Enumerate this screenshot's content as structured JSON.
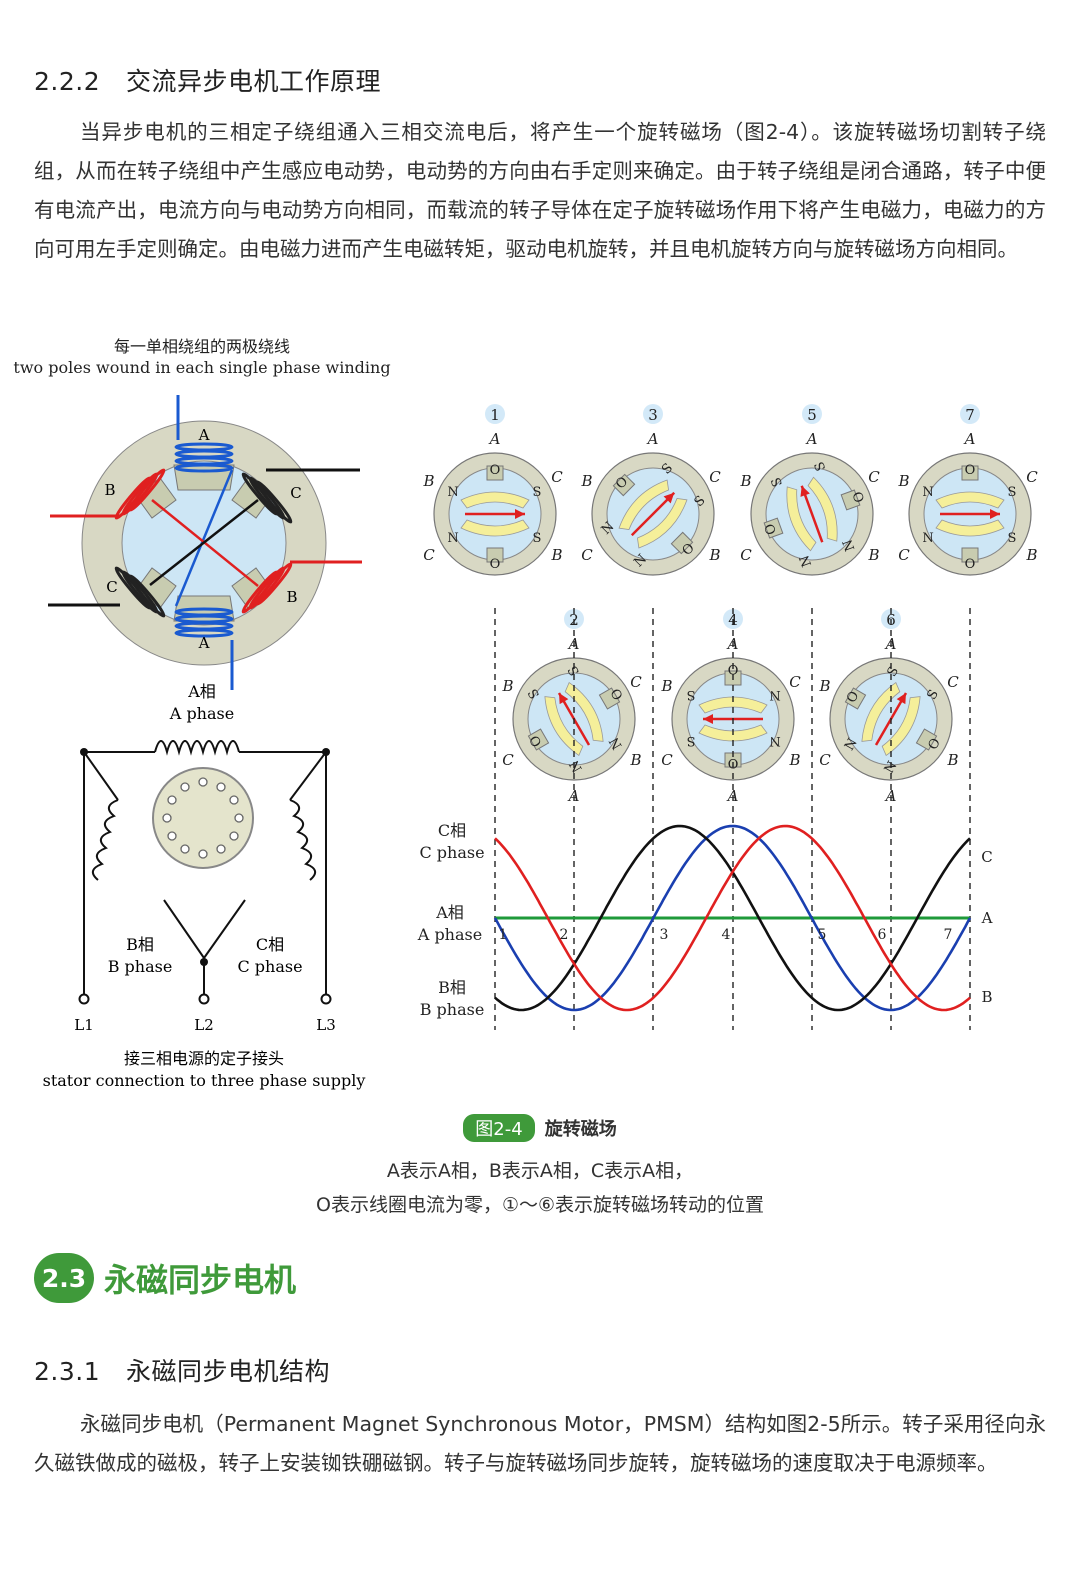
{
  "h222": {
    "num": "2.2.2",
    "title": "交流异步电机工作原理"
  },
  "para1": "当异步电机的三相定子绕组通入三相交流电后，将产生一个旋转磁场（图2-4）。该旋转磁场切割转子绕组，从而在转子绕组中产生感应电动势，电动势的方向由右手定则来确定。由于转子绕组是闭合通路，转子中便有电流产出，电流方向与电动势方向相同，而载流的转子导体在定子旋转磁场作用下将产生电磁力，电磁力的方向可用左手定则确定。由电磁力进而产生电磁转矩，驱动电机旋转，并且电机旋转方向与旋转磁场方向相同。",
  "figure": {
    "top_label_cn": "每一单相绕组的两极绕线",
    "top_label_en": "two poles wound in each single phase winding",
    "stator_a": "A",
    "stator_b": "B",
    "stator_c": "C",
    "a_phase_cn": "A相",
    "a_phase_en": "A phase",
    "b_phase_cn": "B相",
    "b_phase_en": "B phase",
    "c_phase_cn": "C相",
    "c_phase_en": "C phase",
    "l1": "L1",
    "l2": "L2",
    "l3": "L3",
    "conn_cn": "接三相电源的定子接头",
    "conn_en": "stator connection to three phase supply",
    "positions_top": [
      "1",
      "3",
      "5",
      "7"
    ],
    "positions_bottom": [
      "2",
      "4",
      "6"
    ],
    "rotor_labels": {
      "a": "A",
      "b": "B",
      "c": "C",
      "n": "N",
      "s": "S",
      "o": "O"
    },
    "wave_point_labels": [
      "1",
      "2",
      "3",
      "4",
      "5",
      "6",
      "7"
    ],
    "wave_end_labels": {
      "c": "C",
      "a": "A",
      "b": "B"
    }
  },
  "caption": {
    "badge": "图2-4",
    "title": "旋转磁场",
    "line1": "A表示A相，B表示A相，C表示A相，",
    "line2": "O表示线圈电流为零，①～⑥表示旋转磁场转动的位置"
  },
  "section": {
    "num": "2.3",
    "title": "永磁同步电机"
  },
  "h231": {
    "num": "2.3.1",
    "title": "永磁同步电机结构"
  },
  "para2": "永磁同步电机（Permanent Magnet Synchronous Motor，PMSM）结构如图2-5所示。转子采用径向永久磁铁做成的磁极，转子上安装铷铁硼磁钢。转子与旋转磁场同步旋转，旋转磁场的速度取决于电源频率。",
  "colors": {
    "green": "#3f9a3a",
    "phase_a": "#1f9a3a",
    "phase_b": "#e02020",
    "phase_c": "#1a3fb0",
    "stator": "#d8d8c4",
    "pole": "#c8ccb0",
    "gap": "#cde6f5",
    "field": "#f5ef9a"
  }
}
